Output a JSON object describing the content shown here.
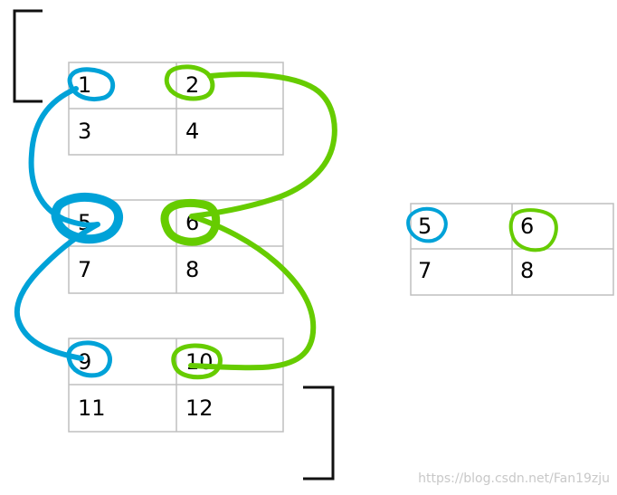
{
  "colors": {
    "grid": "#bfbfbf",
    "bracket": "#111111",
    "blue_path": "#00a2d8",
    "green_path": "#66cc00",
    "text": "#000000",
    "watermark": "#c8c8c8"
  },
  "left_matrices": [
    {
      "cells": [
        "1",
        "2",
        "3",
        "4"
      ]
    },
    {
      "cells": [
        "5",
        "6",
        "7",
        "8"
      ]
    },
    {
      "cells": [
        "9",
        "10",
        "11",
        "12"
      ]
    }
  ],
  "right_matrix": {
    "cells": [
      "5",
      "6",
      "7",
      "8"
    ]
  },
  "watermark": "https://blog.csdn.net/Fan19zju"
}
